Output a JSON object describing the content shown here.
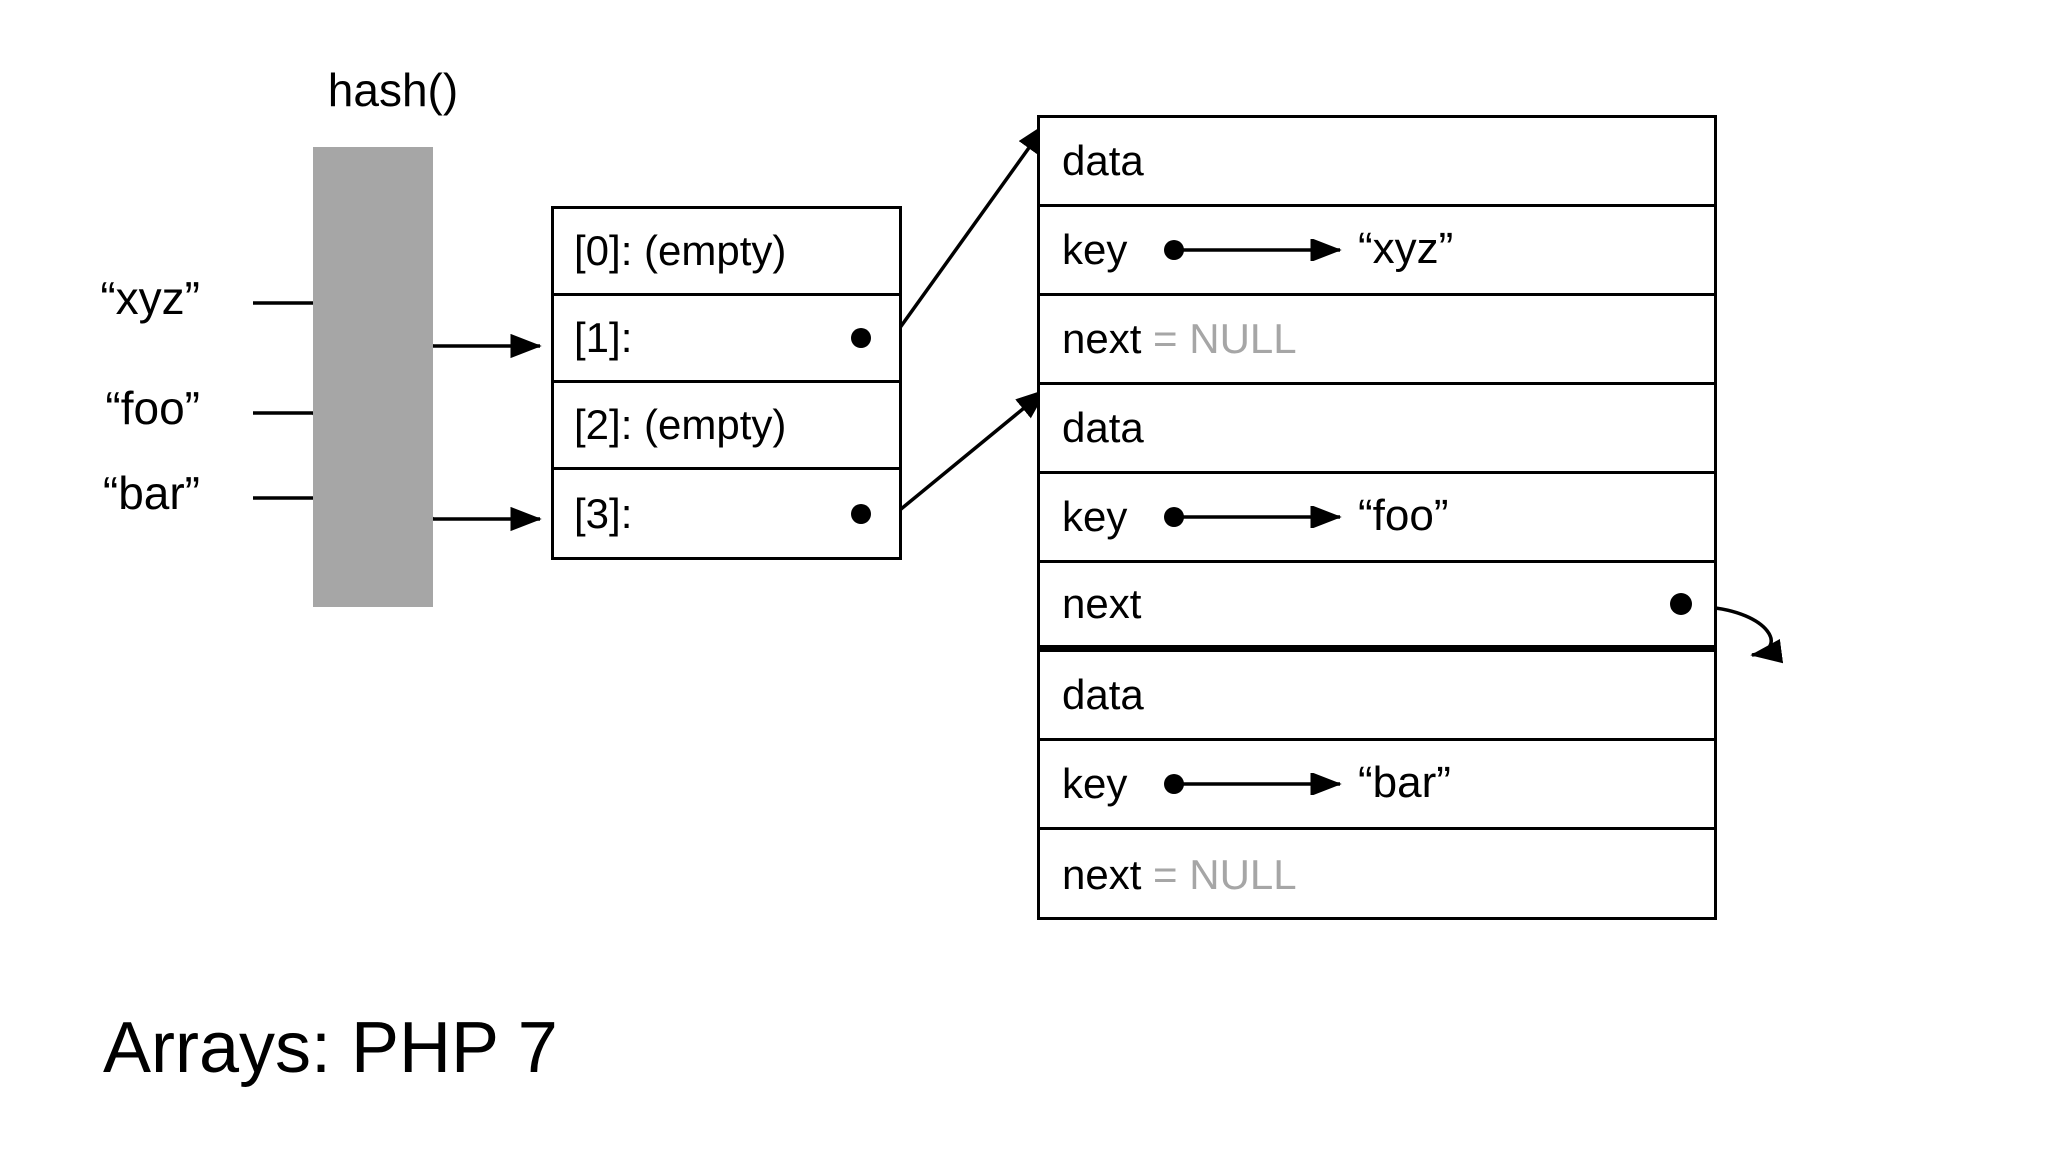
{
  "slide": {
    "title": "Arrays: PHP 7"
  },
  "hash": {
    "function_label": "hash()",
    "block_color": "#a6a6a6"
  },
  "inputs": [
    {
      "label": "“xyz”",
      "bucket": 1
    },
    {
      "label": "“foo”",
      "bucket": 3
    },
    {
      "label": "“bar”",
      "bucket": 3
    }
  ],
  "buckets": [
    {
      "label": "[0]: (empty)",
      "has_pointer": false
    },
    {
      "label": "[1]:",
      "has_pointer": true
    },
    {
      "label": "[2]: (empty)",
      "has_pointer": false
    },
    {
      "label": "[3]:",
      "has_pointer": true
    }
  ],
  "nodes": [
    {
      "data_label": "data",
      "key_label": "key",
      "key_value": "“xyz”",
      "next_label": "next",
      "next_value": " = NULL",
      "next_is_null": true
    },
    {
      "data_label": "data",
      "key_label": "key",
      "key_value": "“foo”",
      "next_label": "next",
      "next_value": "",
      "next_is_null": false
    },
    {
      "data_label": "data",
      "key_label": "key",
      "key_value": "“bar”",
      "next_label": "next",
      "next_value": " = NULL",
      "next_is_null": true
    }
  ],
  "colors": {
    "stroke": "#000000",
    "null_text": "#a6a6a6",
    "hash_block": "#a6a6a6",
    "background": "#ffffff"
  }
}
